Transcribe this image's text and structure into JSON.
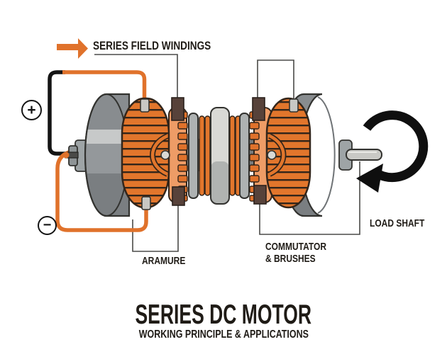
{
  "legend": {
    "label": "SERIES FIELD WINDINGS"
  },
  "terminals": {
    "positive": "+",
    "negative": "−"
  },
  "callout_labels": {
    "armature": "ARAMURE",
    "commutator": "COMMUTATOR",
    "brushes": "& BRUSHES",
    "load_shaft": "LOAD SHAFT"
  },
  "title": {
    "main": "SERIES DC MOTOR",
    "subtitle": "WORKING PRINCIPLE & APPLICATIONS"
  },
  "colors": {
    "orange": "#E0722B",
    "winding": "#E2762C",
    "coil-line": "#33251A",
    "salmon": "#EE9C66",
    "brush": "#57423A",
    "metal": "#94989B",
    "metal-top": "#888C8F",
    "metal-light": "#C7C9C9",
    "metal-dark": "#7A7E81",
    "hub": "#9EA4A6",
    "disc": "#AEB2B2",
    "core": "#777C7E",
    "center-cyl": "#D9D9D5",
    "center-cyl-shade": "#B0B3B1",
    "tab": "#C8C8C4",
    "knob": "#D9D9D5",
    "shaft": "#C9C9C5",
    "wire-black": "#141414",
    "outline": "#32322F",
    "callout": "#4A4A48",
    "arrow-black": "#0F0F0F",
    "text": "#1F1B16"
  }
}
